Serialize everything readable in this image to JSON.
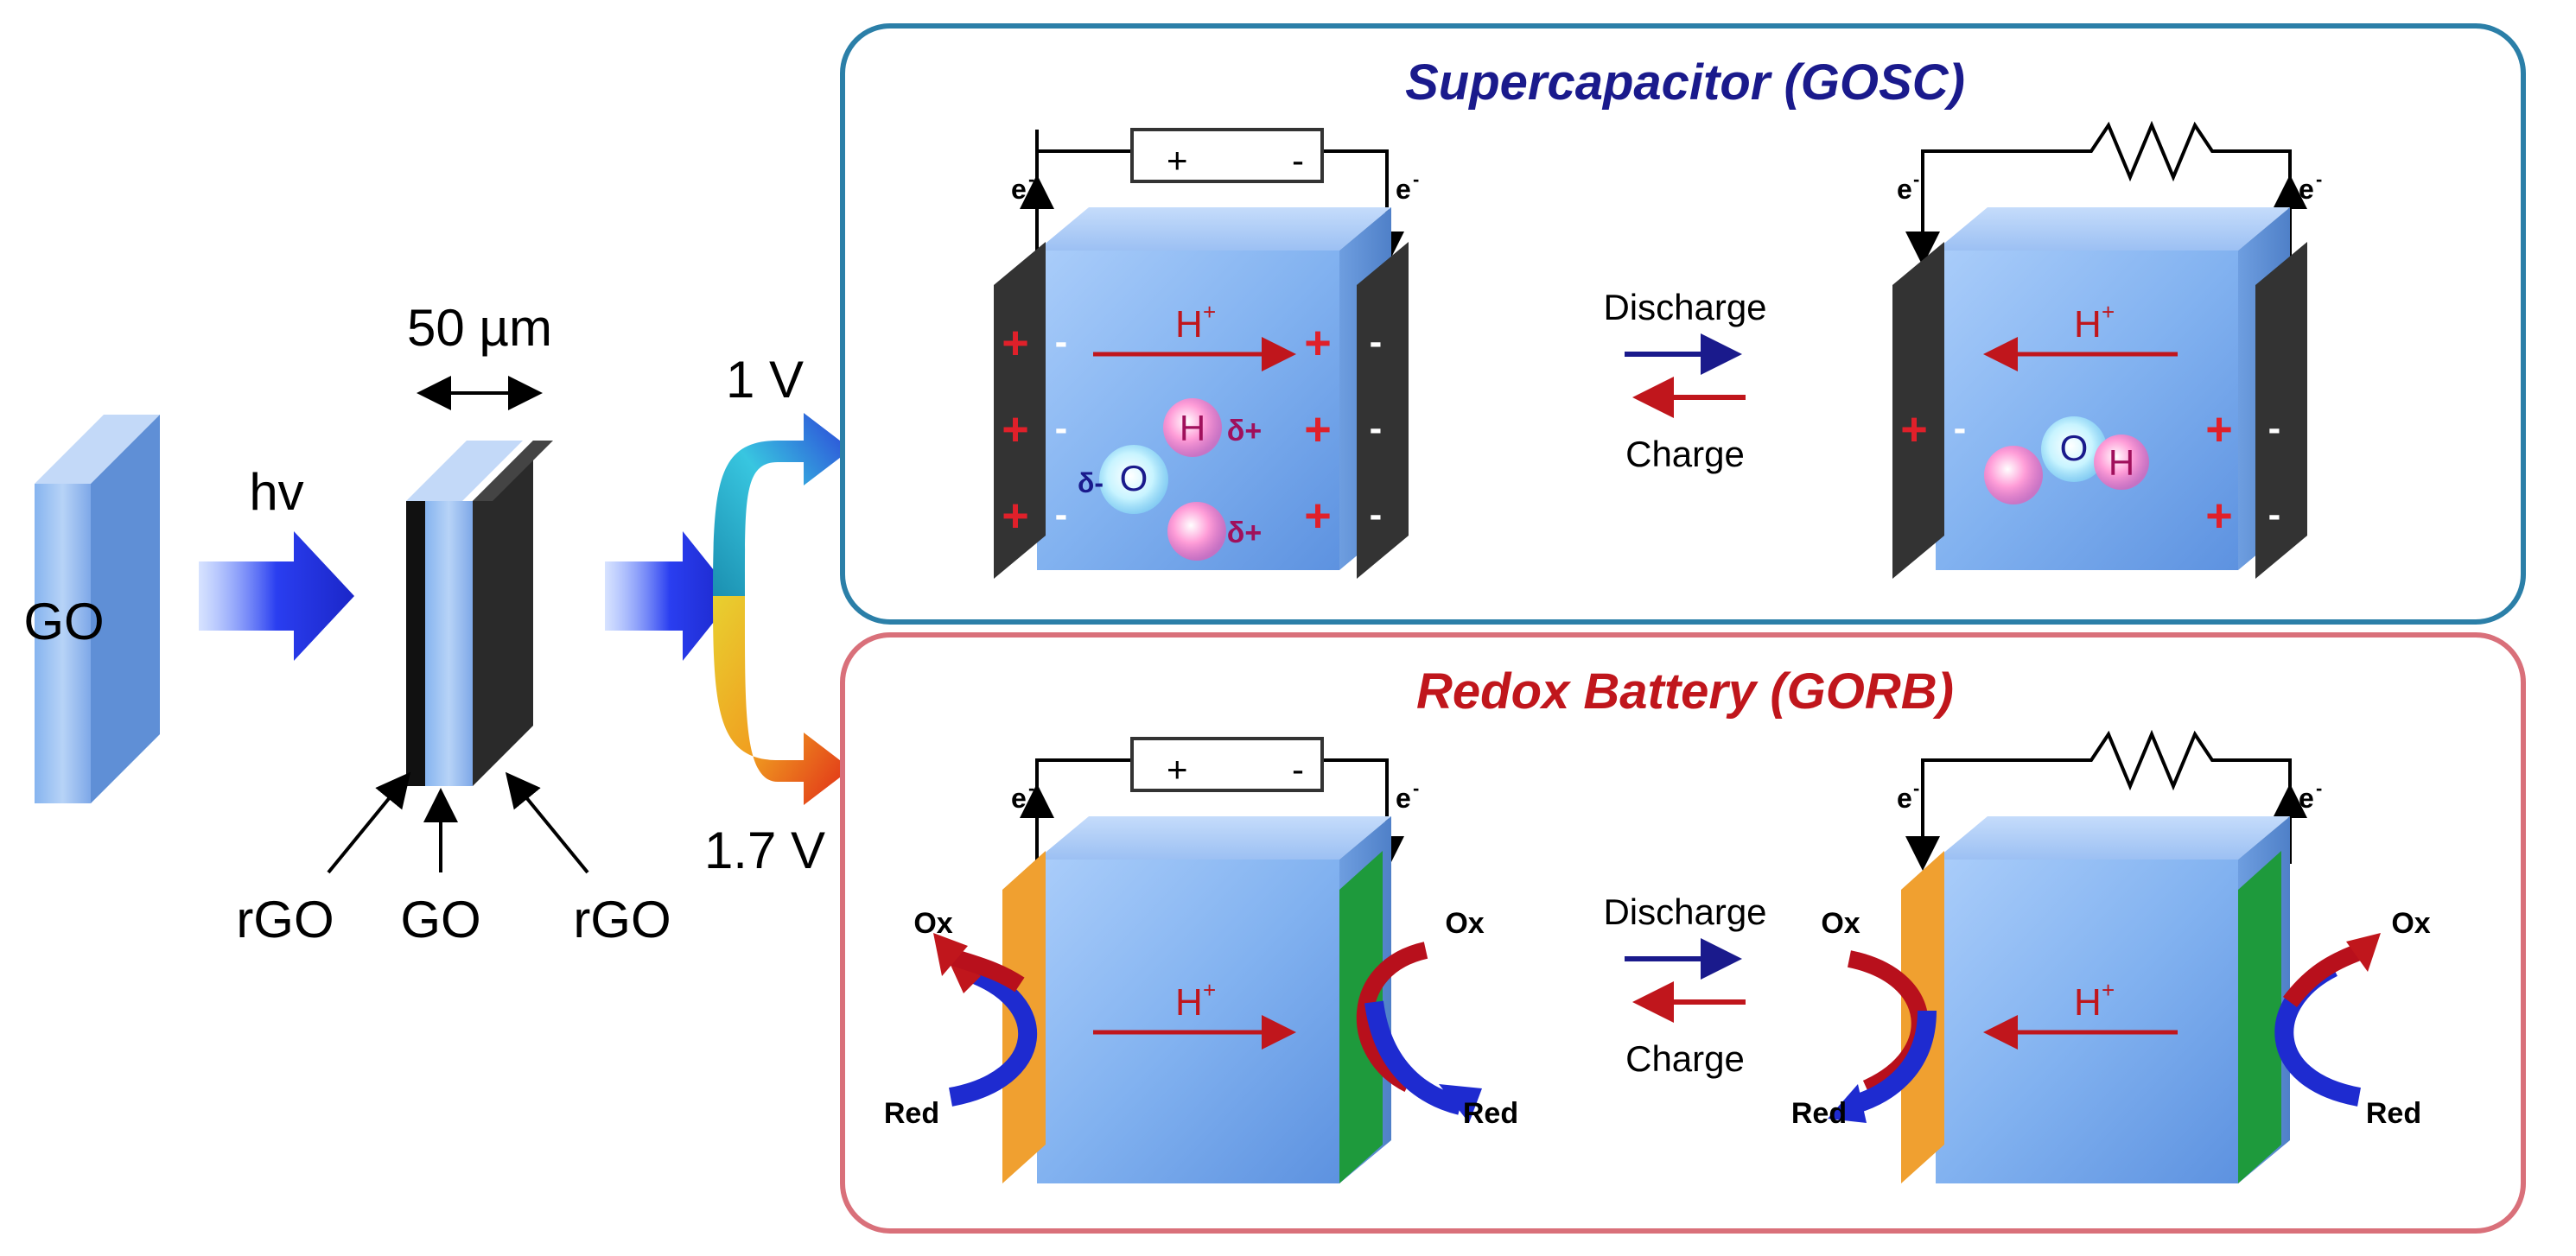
{
  "left": {
    "go_label": "GO",
    "hv_label": "hv",
    "thickness_label": "50 µm",
    "layer_labels": [
      "rGO",
      "GO",
      "rGO"
    ],
    "voltage_top": "1 V",
    "voltage_bottom": "1.7 V"
  },
  "supercapacitor": {
    "title": "Supercapacitor (GOSC)",
    "battery_plus": "+",
    "battery_minus": "-",
    "electron": "e",
    "electron_sup": "-",
    "proton": "H",
    "proton_sup": "+",
    "h_atom": "H",
    "o_atom": "O",
    "delta_plus": "δ+",
    "delta_minus": "δ-",
    "discharge": "Discharge",
    "charge": "Charge"
  },
  "battery": {
    "title": "Redox Battery (GORB)",
    "battery_plus": "+",
    "battery_minus": "-",
    "electron": "e",
    "electron_sup": "-",
    "proton": "H",
    "proton_sup": "+",
    "ox": "Ox",
    "red": "Red",
    "discharge": "Discharge",
    "charge": "Charge"
  },
  "colors": {
    "panel_blue_border": "#2b7fa8",
    "panel_red_border": "#d9707a",
    "cube_blue": "#7fb0ee",
    "arrow_blue": "#1e2bd0",
    "arrow_red": "#c0161c",
    "electrode_dark": "#333333",
    "electrode_orange": "#f0a030",
    "electrode_green": "#1e9a3c"
  }
}
